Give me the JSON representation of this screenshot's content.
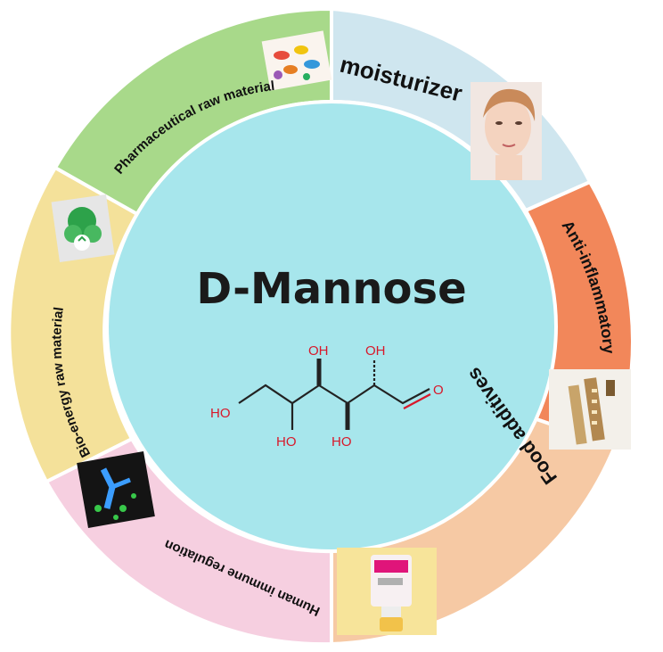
{
  "center": {
    "title": "D-Mannose",
    "molecule": {
      "labels": [
        "OH",
        "OH",
        "HO",
        "HO",
        "HO",
        "O"
      ]
    }
  },
  "segments": [
    {
      "label": "moisturizer",
      "color": "#cfe6ef",
      "icon": "face-woman-icon"
    },
    {
      "label": "Anti-inflammatory",
      "color": "#f2875a",
      "icon": "medicine-strip-icon"
    },
    {
      "label": "Food additives",
      "color": "#f6c9a4",
      "icon": "bottle-icon"
    },
    {
      "label": "Human immune regulation",
      "color": "#f6cfe0",
      "icon": "immune-cell-icon"
    },
    {
      "label": "Bio-energy raw material",
      "color": "#f4e19a",
      "icon": "recycle-plant-icon"
    },
    {
      "label": "Pharmaceutical raw material",
      "color": "#a8d98a",
      "icon": "pills-icon"
    }
  ],
  "colors": {
    "center_fill": "#a7e6ec",
    "ring_border": "#ffffff",
    "molecule": "#d8182a",
    "bond": "#222222"
  }
}
